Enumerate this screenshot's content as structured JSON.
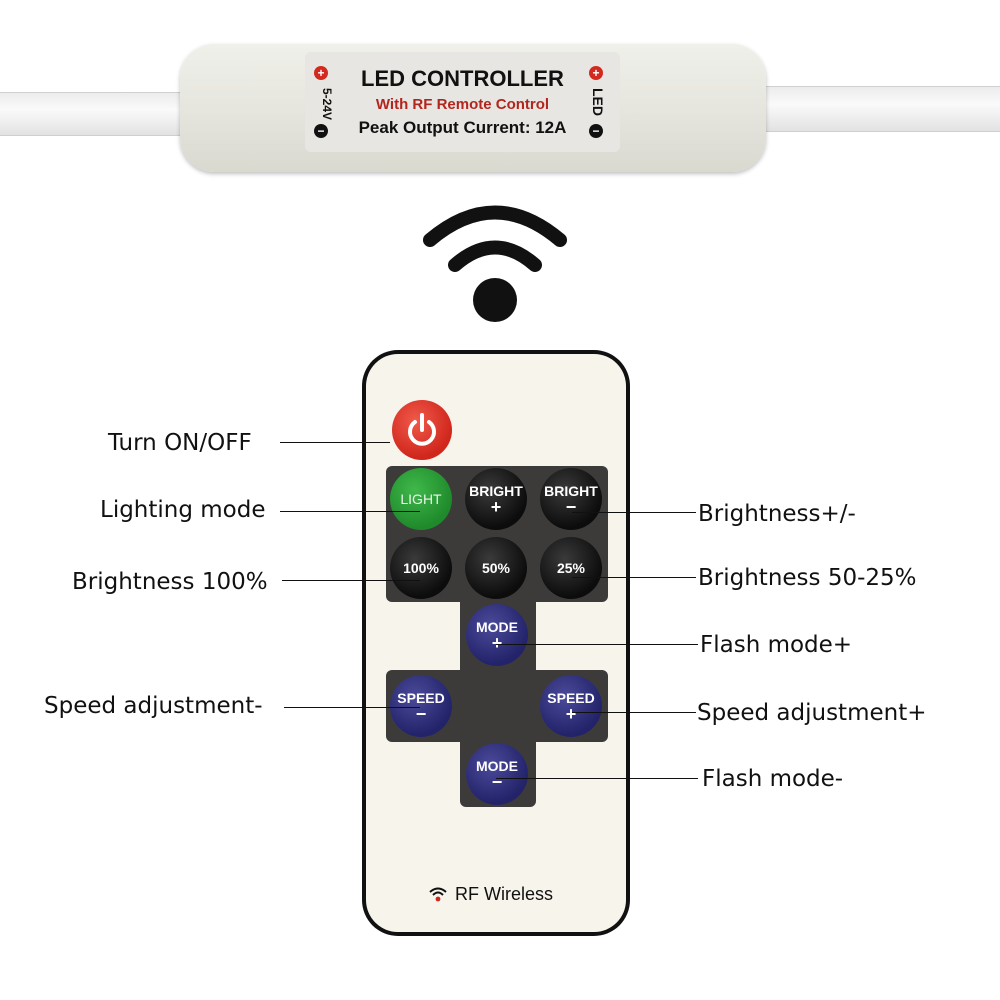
{
  "controller": {
    "title": "LED CONTROLLER",
    "subtitle": "With RF Remote Control",
    "peak": "Peak Output Current: 12A",
    "input_voltage": "5-24V",
    "output_label": "LED",
    "plus": "+",
    "minus": "−"
  },
  "remote": {
    "buttons": {
      "light": "LIGHT",
      "bright_up": [
        "BRIGHT",
        "+"
      ],
      "bright_down": [
        "BRIGHT",
        "−"
      ],
      "b100": "100%",
      "b50": "50%",
      "b25": "25%",
      "mode_up": [
        "MODE",
        "+"
      ],
      "mode_down": [
        "MODE",
        "−"
      ],
      "speed_down": [
        "SPEED",
        "−"
      ],
      "speed_up": [
        "SPEED",
        "+"
      ]
    },
    "footer": "RF Wireless"
  },
  "annotations": {
    "power": "Turn ON/OFF",
    "lighting": "Lighting mode",
    "b100": "Brightness 100%",
    "speed_minus": "Speed adjustment-",
    "brightness": "Brightness+/-",
    "b50_25": "Brightness 50-25%",
    "flash_plus": "Flash mode+",
    "speed_plus": "Speed adjustment+",
    "flash_minus": "Flash mode-"
  },
  "colors": {
    "power": "#d0261c",
    "light": "#1f8a2b",
    "mode_speed": "#23236a",
    "red_text": "#b3261e"
  },
  "icons": {
    "wifi": "wifi-icon",
    "power": "power-icon"
  }
}
